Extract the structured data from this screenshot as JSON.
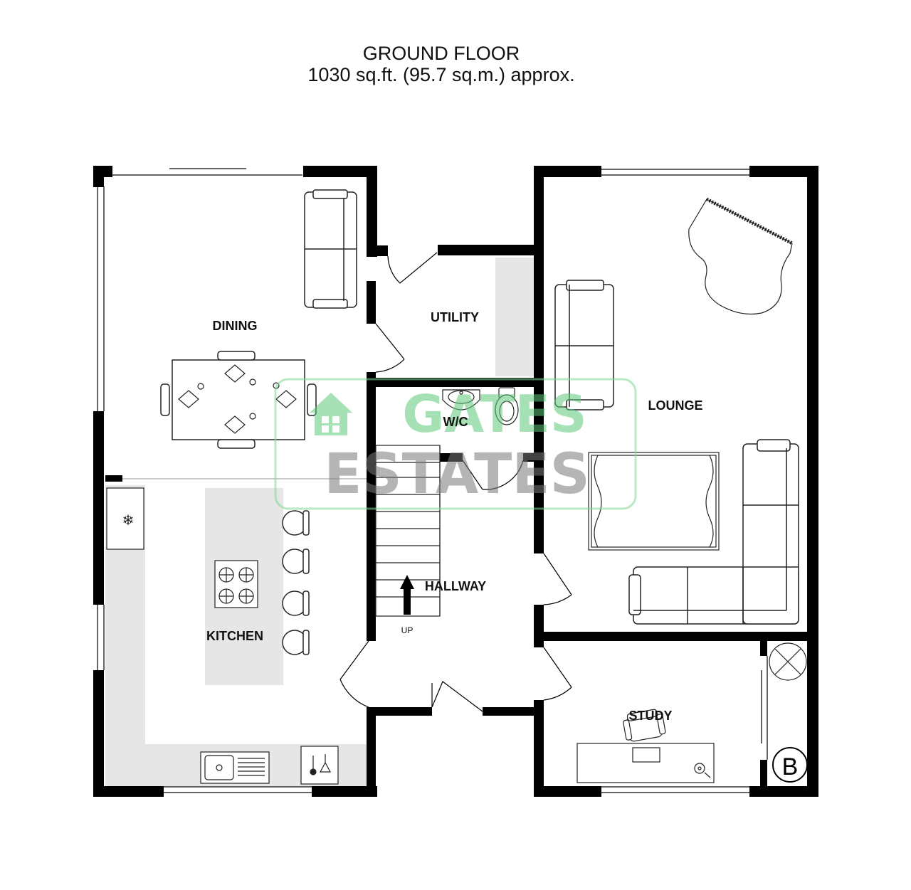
{
  "header": {
    "floor_title": "GROUND FLOOR",
    "area_text": "1030 sq.ft. (95.7 sq.m.) approx."
  },
  "rooms": {
    "dining": "DINING",
    "utility": "UTILITY",
    "wc": "W/C",
    "lounge": "LOUNGE",
    "hallway": "HALLWAY",
    "kitchen": "KITCHEN",
    "study": "STUDY"
  },
  "stairs": {
    "direction_label": "UP"
  },
  "boiler": {
    "label": "B"
  },
  "watermark": {
    "line1": "GATES",
    "line2": "ESTATES",
    "color_green": "#5ec97a",
    "color_grey": "#7a7a7a"
  },
  "colors": {
    "wall": "#000000",
    "worktop": "#e6e6e6",
    "furniture_stroke": "#222222"
  }
}
